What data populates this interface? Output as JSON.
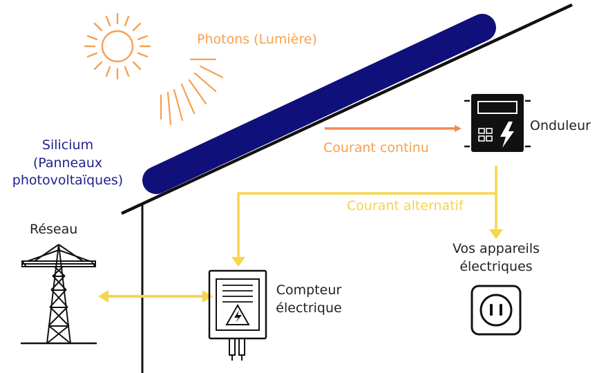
{
  "colors": {
    "sun": "#F5A04F",
    "dc_current": "#F08A52",
    "ac_current": "#F7D64B",
    "panel": "#10107A",
    "silicon_label": "#1F1F8A",
    "line": "#111111"
  },
  "labels": {
    "photons": "Photons (Lumière)",
    "silicon_line1": "Silicium",
    "silicon_line2": "(Panneaux",
    "silicon_line3": "photovoltaïques)",
    "inverter": "Onduleur",
    "dc_current": "Courant continu",
    "ac_current": "Courant alternatif",
    "devices_line1": "Vos appareils",
    "devices_line2": "électriques",
    "grid": "Réseau",
    "meter_line1": "Compteur",
    "meter_line2": "électrique"
  },
  "icons": {
    "sun": "sun-icon",
    "inverter": "inverter-icon",
    "meter": "electric-meter-icon",
    "socket": "power-socket-icon",
    "pylon": "power-pylon-icon"
  }
}
